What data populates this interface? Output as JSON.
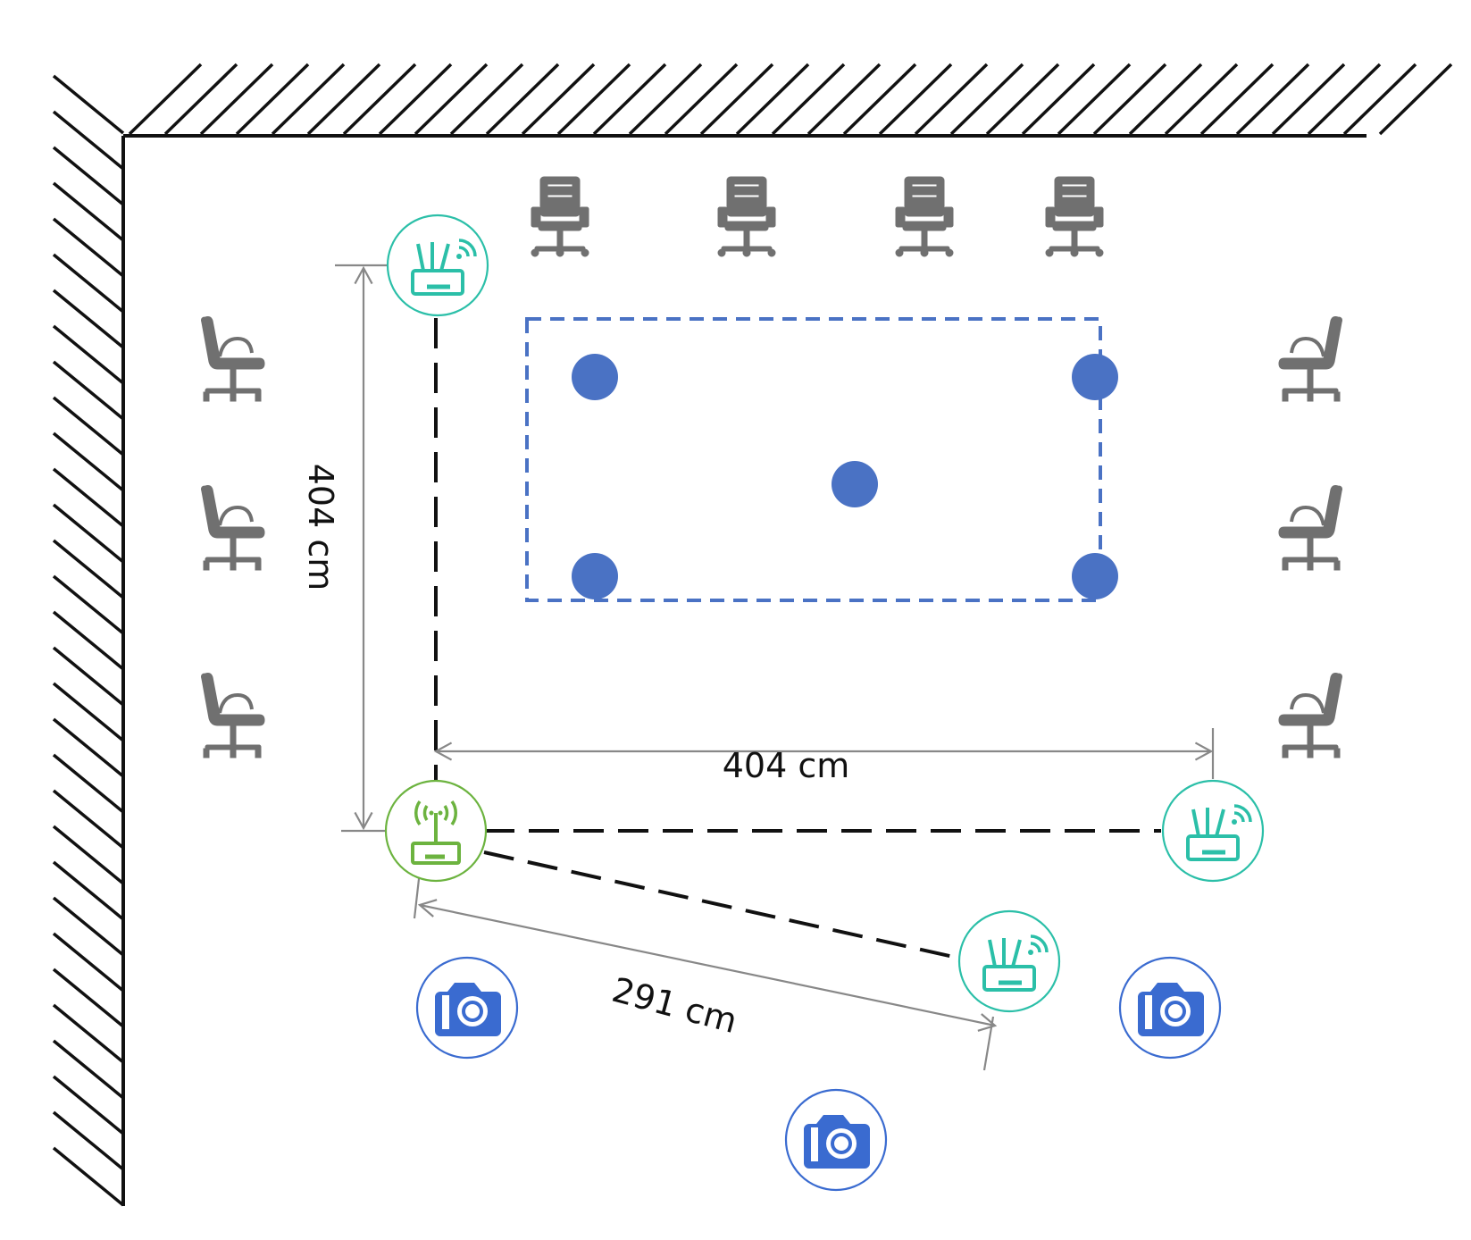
{
  "colors": {
    "wall": "#111111",
    "chair": "#707070",
    "target_area": "#4a72c4",
    "target_point": "#4a72c4",
    "router_rx": "#2bbfa8",
    "router_tx": "#6cb33f",
    "camera": "#3a6bd0",
    "link_line": "#111111",
    "dimension_line": "#888888"
  },
  "icons": {
    "router_tx": "transmitter-router-icon",
    "router_rx": "receiver-router-icon",
    "camera": "camera-icon",
    "chair": "office-chair-icon"
  },
  "dimensions": {
    "vertical": "404 cm",
    "horizontal": "404 cm",
    "diagonal": "291 cm"
  }
}
